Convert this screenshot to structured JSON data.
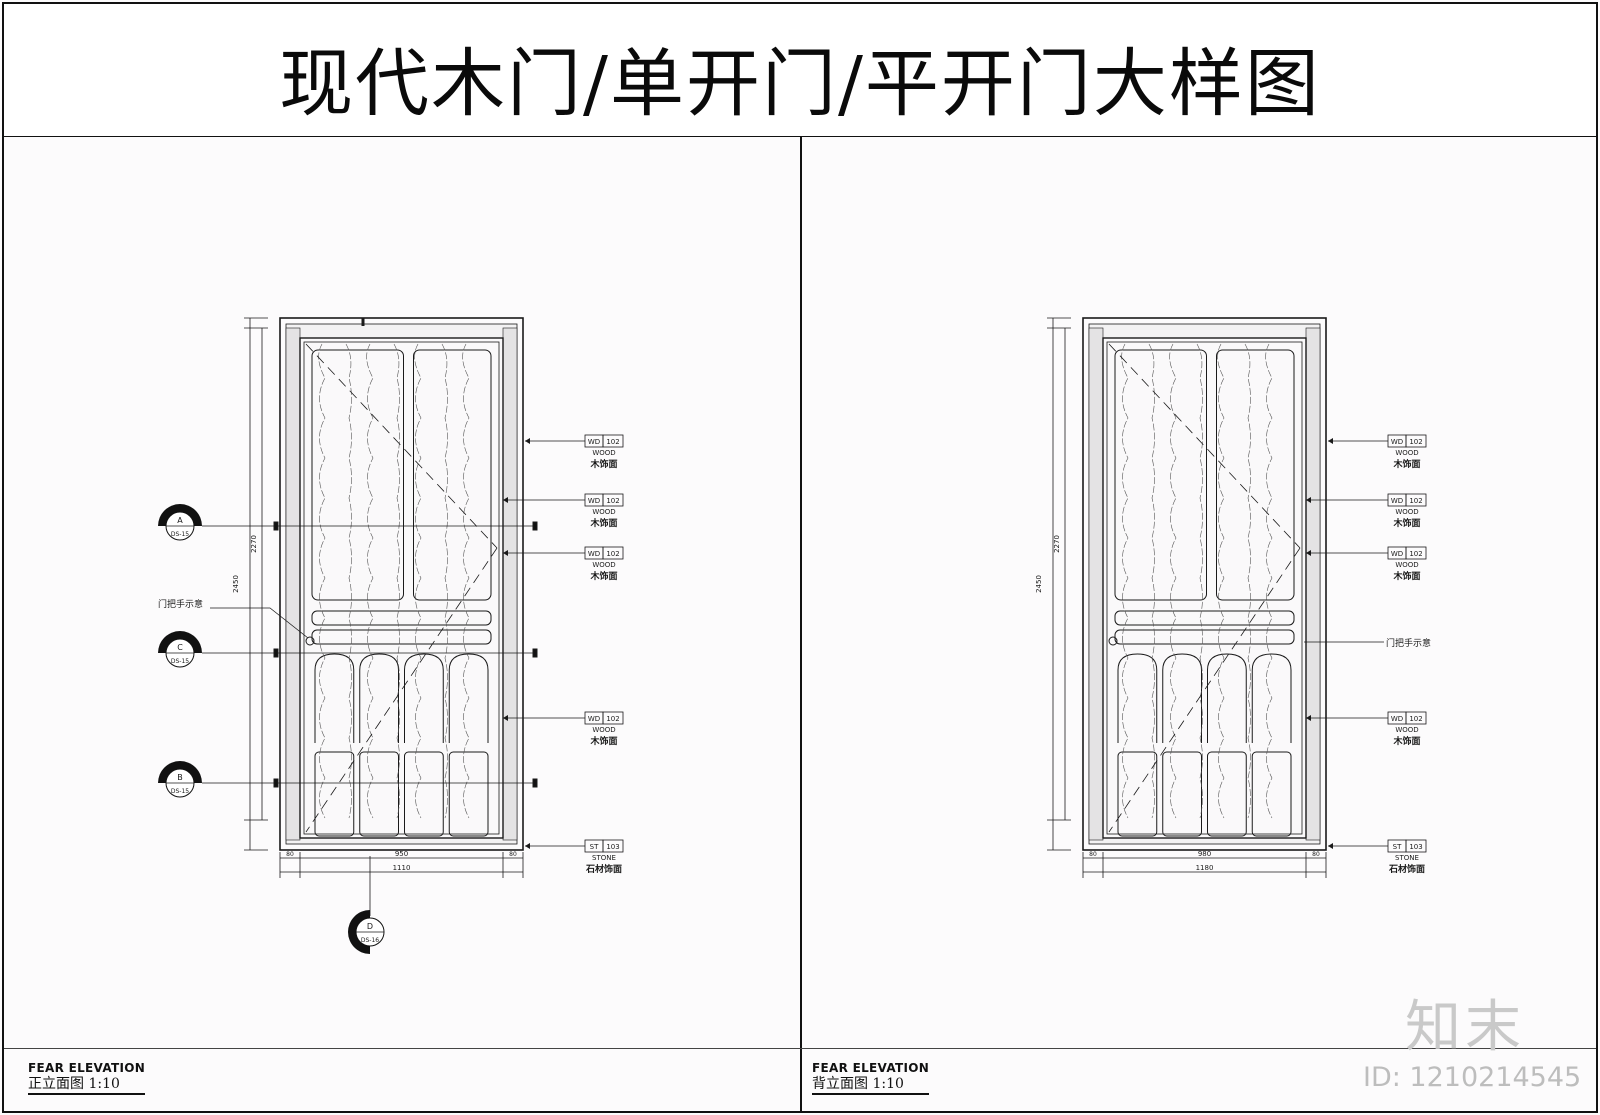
{
  "title": "现代木门/单开门/平开门大样图",
  "views": [
    {
      "caption_en": "FEAR ELEVATION",
      "caption_zh": "正立面图 1:10",
      "handle_note": "门把手示意",
      "materials": [
        {
          "code": "WD",
          "num": "102",
          "en": "WOOD",
          "zh": "木饰面"
        },
        {
          "code": "WD",
          "num": "102",
          "en": "WOOD",
          "zh": "木饰面"
        },
        {
          "code": "WD",
          "num": "102",
          "en": "WOOD",
          "zh": "木饰面"
        },
        {
          "code": "WD",
          "num": "102",
          "en": "WOOD",
          "zh": "木饰面"
        },
        {
          "code": "ST",
          "num": "103",
          "en": "STONE",
          "zh": "石材饰面"
        }
      ],
      "section_marks": [
        {
          "letter": "A",
          "ref": "DS-15"
        },
        {
          "letter": "C",
          "ref": "DS-15"
        },
        {
          "letter": "B",
          "ref": "DS-15"
        },
        {
          "letter": "D",
          "ref": "DS-16"
        }
      ],
      "dims": {
        "overall_width": "1110",
        "door_width": "950",
        "side": "80",
        "height": "2450",
        "inner_height": "2270"
      }
    },
    {
      "caption_en": "FEAR ELEVATION",
      "caption_zh": "背立面图 1:10",
      "handle_note": "门把手示意",
      "materials": [
        {
          "code": "WD",
          "num": "102",
          "en": "WOOD",
          "zh": "木饰面"
        },
        {
          "code": "WD",
          "num": "102",
          "en": "WOOD",
          "zh": "木饰面"
        },
        {
          "code": "WD",
          "num": "102",
          "en": "WOOD",
          "zh": "木饰面"
        },
        {
          "code": "WD",
          "num": "102",
          "en": "WOOD",
          "zh": "木饰面"
        },
        {
          "code": "ST",
          "num": "103",
          "en": "STONE",
          "zh": "石材饰面"
        }
      ],
      "section_marks": [],
      "dims": {
        "overall_width": "1180",
        "door_width": "980",
        "side": "80",
        "height": "2450",
        "inner_height": "2270"
      }
    }
  ],
  "watermark": {
    "brand": "知末",
    "id": "ID: 1210214545"
  }
}
